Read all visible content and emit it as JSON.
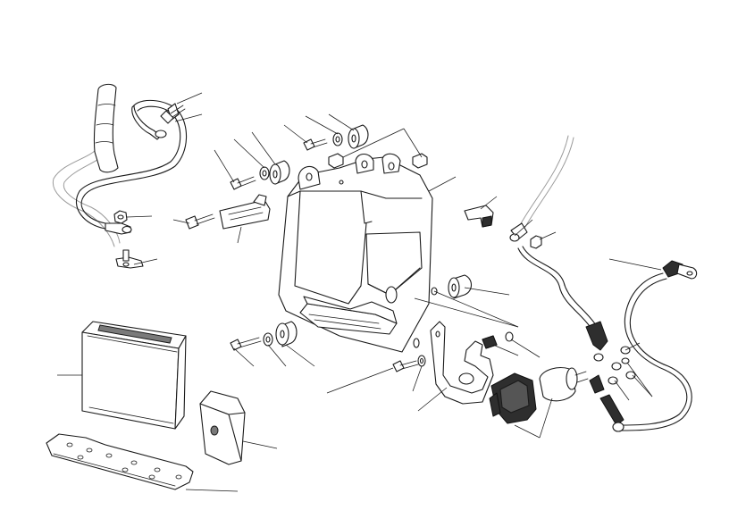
{
  "diagram": {
    "kind": "exploded-parts-view",
    "colors": {
      "outline": "#1a1a1a",
      "background": "#ffffff",
      "dark_part": "#2e2e2e",
      "grey_cable": "#9a9a9a"
    },
    "parts": [
      {
        "name": "battery-cable-upper",
        "icon": "cable"
      },
      {
        "name": "cable-bolt",
        "icon": "bolt"
      },
      {
        "name": "cable-nut",
        "icon": "nut"
      },
      {
        "name": "ground-terminal",
        "icon": "terminal"
      },
      {
        "name": "mount-bolts",
        "icon": "bolt"
      },
      {
        "name": "washers",
        "icon": "washer"
      },
      {
        "name": "rubber-spacers",
        "icon": "spacer"
      },
      {
        "name": "clamp-bracket",
        "icon": "bracket"
      },
      {
        "name": "battery-tray-bracket",
        "icon": "tray"
      },
      {
        "name": "rubber-bushing",
        "icon": "bushing"
      },
      {
        "name": "battery",
        "icon": "battery"
      },
      {
        "name": "rubber-block",
        "icon": "block"
      },
      {
        "name": "battery-mat",
        "icon": "plate"
      },
      {
        "name": "relay-bracket",
        "icon": "bracket"
      },
      {
        "name": "starter-relay",
        "icon": "relay"
      },
      {
        "name": "relay-rubber-holder",
        "icon": "holder"
      },
      {
        "name": "solenoid-cable",
        "icon": "cable"
      },
      {
        "name": "ground-cable",
        "icon": "cable"
      },
      {
        "name": "small-clip",
        "icon": "clip"
      }
    ]
  }
}
